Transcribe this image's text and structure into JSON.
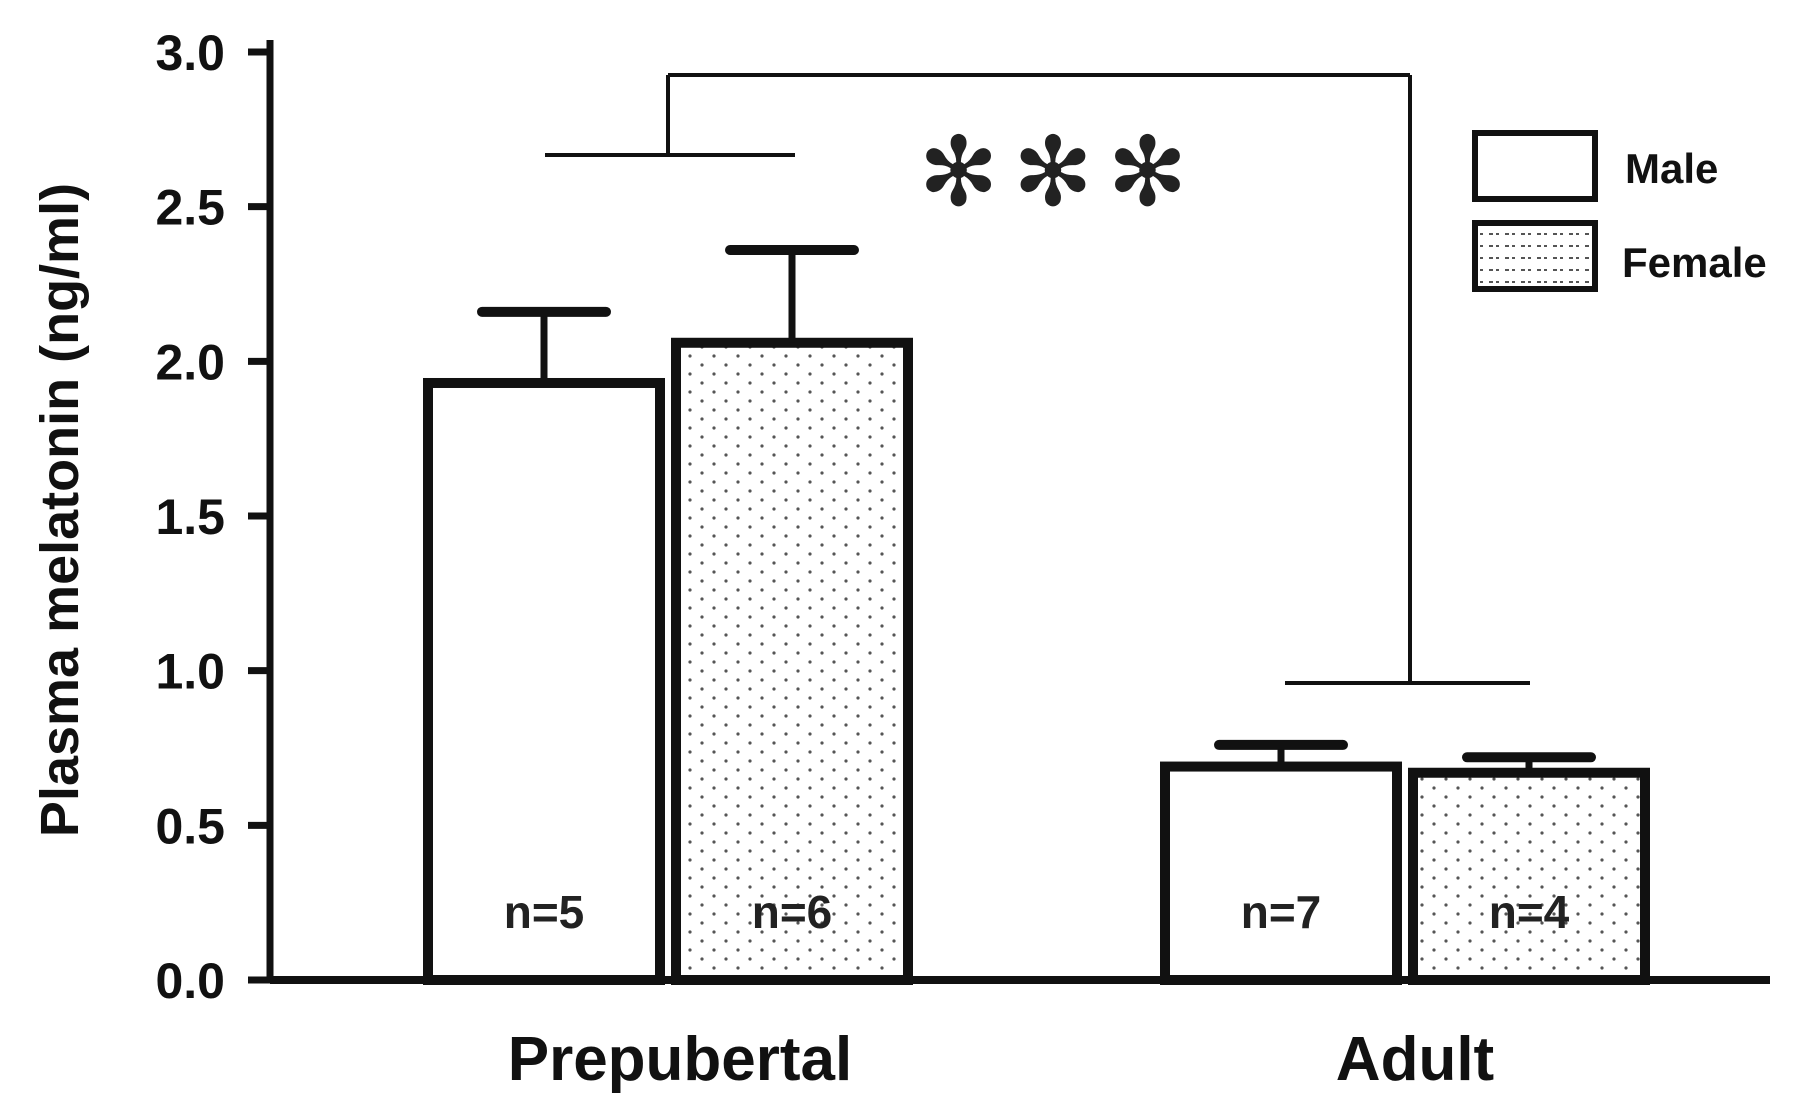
{
  "chart_data": {
    "type": "bar",
    "categories": [
      "Prepubertal",
      "Adult"
    ],
    "ylabel": "Plasma melatonin (ng/ml)",
    "xlabel": "",
    "ylim": [
      0,
      3.0
    ],
    "yticks": [
      "0.0",
      "0.5",
      "1.0",
      "1.5",
      "2.0",
      "2.5",
      "3.0"
    ],
    "grid": false,
    "legend_position": "top-right",
    "series": [
      {
        "name": "Male",
        "fill": "#ffffff",
        "values": [
          1.93,
          0.69
        ],
        "errors": [
          0.23,
          0.07
        ],
        "n_labels": [
          "n=5",
          "n=7"
        ]
      },
      {
        "name": "Female",
        "fill": "dotted",
        "values": [
          2.06,
          0.67
        ],
        "errors": [
          0.3,
          0.05
        ],
        "n_labels": [
          "n=6",
          "n=4"
        ]
      }
    ],
    "significance": {
      "label": "✻✻✻",
      "between": [
        "Prepubertal",
        "Adult"
      ]
    },
    "colors": {
      "stroke": "#111111",
      "dots": "#555555"
    }
  }
}
